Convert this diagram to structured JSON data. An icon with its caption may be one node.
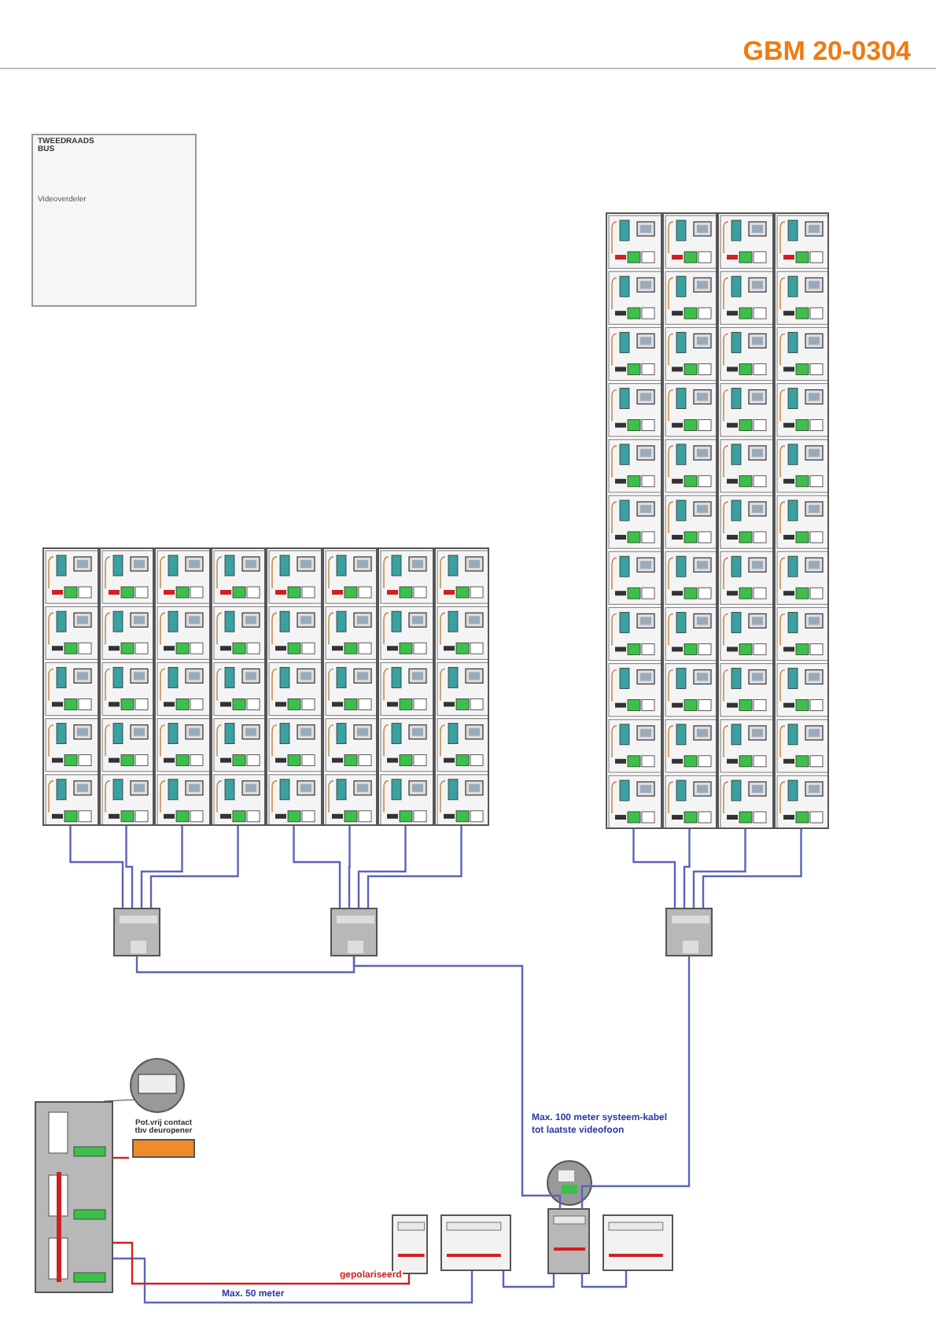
{
  "diagram": {
    "title": "GBM 20-0304",
    "nodes": [
      {
        "text": [],
        "shape": "box"
      },
      {
        "text": [],
        "shape": "box"
      },
      {
        "text": [],
        "shape": "box"
      },
      {
        "text": [],
        "shape": "box"
      },
      {
        "text": [],
        "shape": "box"
      },
      {
        "text": [],
        "shape": "box"
      },
      {
        "text": [],
        "shape": "box"
      },
      {
        "text": [],
        "shape": "box"
      },
      {
        "text": [],
        "shape": "box"
      },
      {
        "text": [],
        "shape": "box"
      },
      {
        "text": [],
        "shape": "box"
      },
      {
        "text": [],
        "shape": "box"
      },
      {
        "text": [],
        "shape": "box"
      },
      {
        "text": [],
        "shape": "box"
      },
      {
        "text": [],
        "shape": "box"
      },
      {
        "text": [],
        "shape": "box"
      },
      {
        "text": [
          "Pot.vrij contact tbv deuropener"
        ]
      },
      {
        "text": [],
        "shape": "box"
      },
      {
        "text": [],
        "shape": "box"
      },
      {
        "text": [],
        "shape": "box"
      },
      {
        "text": [],
        "shape": "box"
      }
    ],
    "edges": [
      {
        "from": 12,
        "to": 0,
        "arrow": "none"
      },
      {
        "from": 12,
        "to": 1,
        "arrow": "none"
      },
      {
        "from": 12,
        "to": 2,
        "arrow": "none"
      },
      {
        "from": 12,
        "to": 3,
        "arrow": "none"
      },
      {
        "from": 13,
        "to": 4,
        "arrow": "none"
      },
      {
        "from": 13,
        "to": 5,
        "arrow": "none"
      },
      {
        "from": 13,
        "to": 6,
        "arrow": "none"
      },
      {
        "from": 13,
        "to": 7,
        "arrow": "none"
      },
      {
        "from": 14,
        "to": 8,
        "arrow": "none"
      },
      {
        "from": 14,
        "to": 9,
        "arrow": "none"
      },
      {
        "from": 14,
        "to": 10,
        "arrow": "none"
      },
      {
        "from": 14,
        "to": 11,
        "arrow": "none"
      },
      {
        "from": 12,
        "to": 13,
        "arrow": "none"
      },
      {
        "from": 13,
        "to": 19,
        "arrow": "none"
      },
      {
        "from": 14,
        "to": 19,
        "arrow": "none"
      },
      {
        "from": 15,
        "to": 16,
        "arrow": "none",
        "color": "#d02020"
      },
      {
        "from": 15,
        "to": 18,
        "arrow": "none",
        "label": "Max. 50 meter"
      },
      {
        "from": 17,
        "to": 15,
        "arrow": "none",
        "label": "gepolariseerd",
        "color": "#d02020"
      },
      {
        "from": 18,
        "to": 19,
        "arrow": "none"
      },
      {
        "from": 19,
        "to": 20,
        "arrow": "none"
      }
    ],
    "labels": [
      "TWEEDRAADS BUS",
      "Videoverdeler",
      "Max. 100 meter systeem-kabel tot laatste videofoon"
    ]
  }
}
